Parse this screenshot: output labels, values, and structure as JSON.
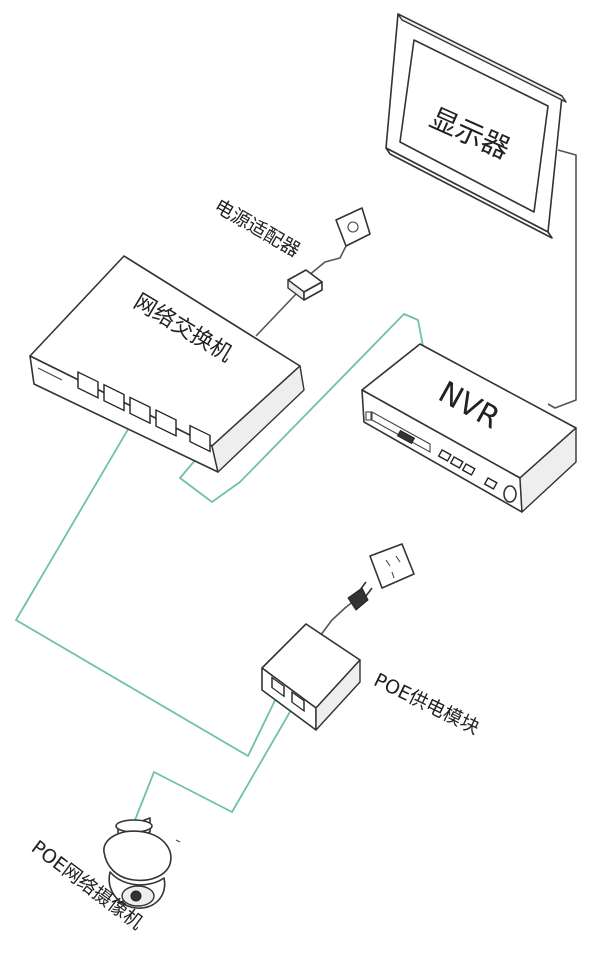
{
  "labels": {
    "monitor": "显示器",
    "power_adapter": "电源适配器",
    "switch": "网络交换机",
    "nvr": "NVR",
    "poe_module": "POE供电模块",
    "poe_camera": "POE网络摄像机"
  },
  "colors": {
    "network_cable": "#6fc2a6",
    "power_cable": "#555555",
    "outline": "#333333"
  },
  "icons": {
    "wall_socket_top": "wall-socket-icon",
    "wall_socket_poe": "wall-outlet-icon",
    "plug": "power-plug-icon",
    "camera": "dome-camera-icon"
  }
}
